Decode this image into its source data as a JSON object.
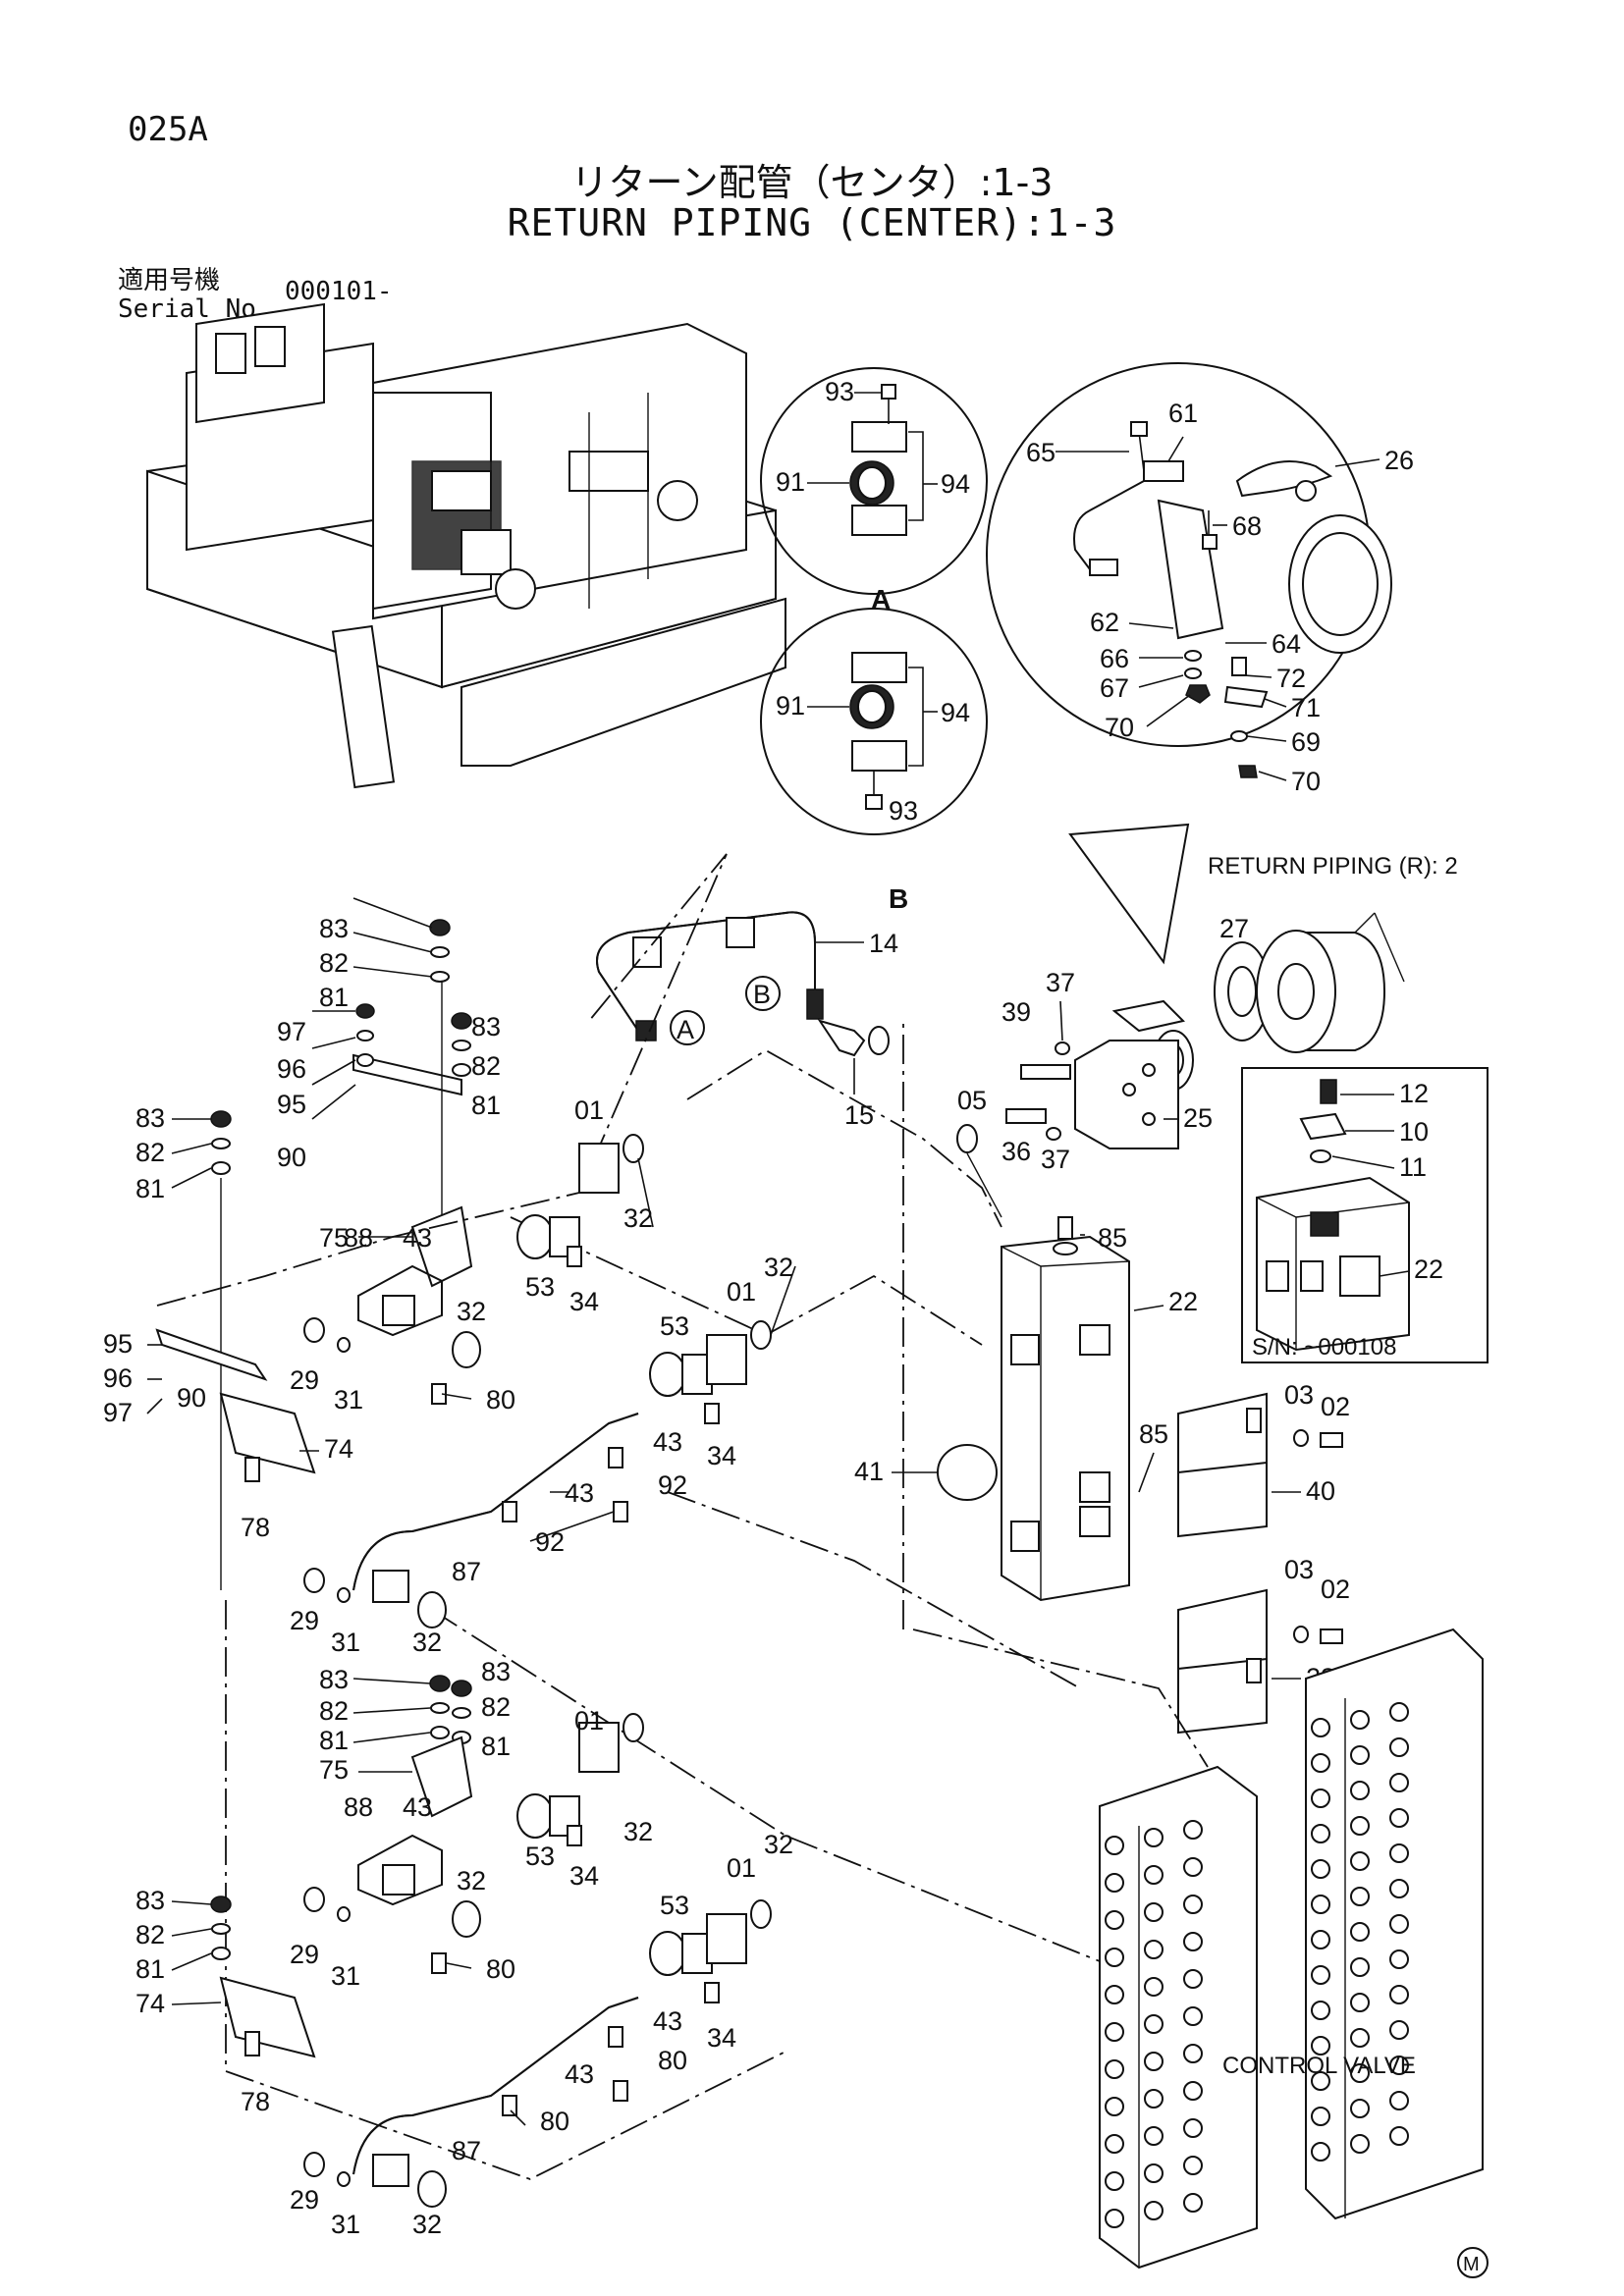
{
  "page_code": "025A",
  "title_jp": "リターン配管（センタ）:1-3",
  "title_en": "RETURN PIPING (CENTER):1-3",
  "serial_label_jp": "適用号機",
  "serial_label_en": "Serial No.",
  "serial_value": "000101-",
  "callouts": {
    "detail_a": "A",
    "detail_b": "B",
    "ref_return_r": "RETURN PIPING (R): 2",
    "filter_serial": "S/N: ~000108",
    "control_valve": "CONTROL VALVE",
    "mark_a": "A",
    "mark_b": "B",
    "mark_m": "M"
  },
  "parts": {
    "p01": "01",
    "p02": "02",
    "p03": "03",
    "p05": "05",
    "p10": "10",
    "p11": "11",
    "p12": "12",
    "p14": "14",
    "p15": "15",
    "p22": "22",
    "p23": "23",
    "p25": "25",
    "p26": "26",
    "p27": "27",
    "p29": "29",
    "p31": "31",
    "p32": "32",
    "p34": "34",
    "p36": "36",
    "p37": "37",
    "p39": "39",
    "p40": "40",
    "p41": "41",
    "p43": "43",
    "p53": "53",
    "p61": "61",
    "p62": "62",
    "p64": "64",
    "p65": "65",
    "p66": "66",
    "p67": "67",
    "p68": "68",
    "p69": "69",
    "p70": "70",
    "p71": "71",
    "p72": "72",
    "p74": "74",
    "p75": "75",
    "p78": "78",
    "p80": "80",
    "p81": "81",
    "p82": "82",
    "p83": "83",
    "p85": "85",
    "p87": "87",
    "p88": "88",
    "p90": "90",
    "p91": "91",
    "p92": "92",
    "p93": "93",
    "p94": "94",
    "p95": "95",
    "p96": "96",
    "p97": "97"
  }
}
